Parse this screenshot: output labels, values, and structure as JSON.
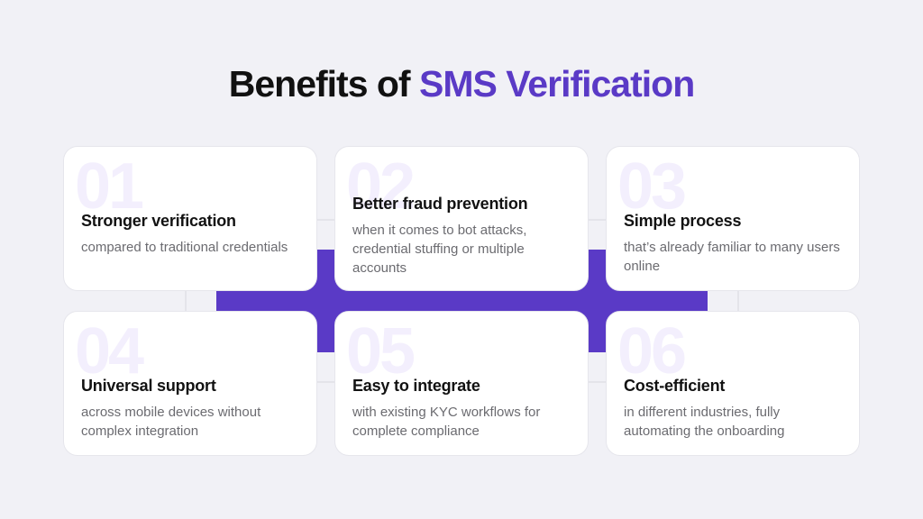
{
  "title": {
    "prefix": "Benefits of ",
    "accent": "SMS Verification"
  },
  "colors": {
    "accent": "#5a3ac6",
    "background": "#f1f1f6",
    "card": "#ffffff",
    "number_watermark": "#f3effd"
  },
  "benefits": [
    {
      "number": "01",
      "heading": "Stronger verification",
      "description": "compared to traditional credentials"
    },
    {
      "number": "02",
      "heading": "Better fraud prevention",
      "description": "when it comes to bot attacks, credential stuffing or multiple accounts"
    },
    {
      "number": "03",
      "heading": "Simple process",
      "description": "that’s already familiar to many users online"
    },
    {
      "number": "04",
      "heading": "Universal support",
      "description": "across mobile devices without complex integration"
    },
    {
      "number": "05",
      "heading": "Easy to integrate",
      "description": "with existing KYC workflows for complete compliance"
    },
    {
      "number": "06",
      "heading": "Cost-efficient",
      "description": "in different industries, fully automating the onboarding"
    }
  ]
}
